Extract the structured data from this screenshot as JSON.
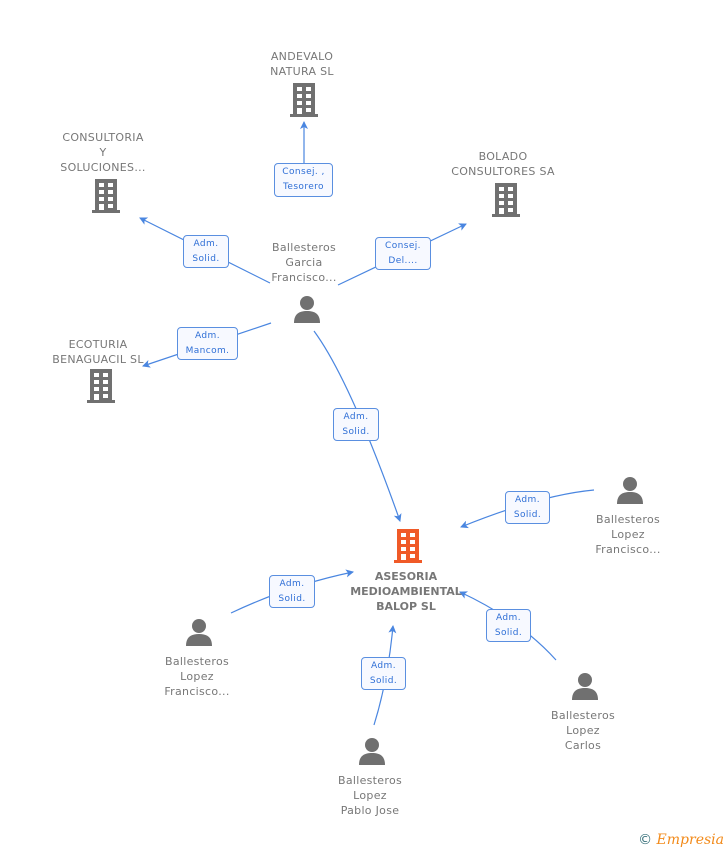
{
  "colors": {
    "edge": "#4a86e0",
    "company": "#707070",
    "main_company": "#f05a28",
    "person": "#707070"
  },
  "nodes": {
    "andevalo": {
      "lines": [
        "ANDEVALO",
        "NATURA SL"
      ],
      "icon": "building-icon"
    },
    "consultoria": {
      "lines": [
        "CONSULTORIA",
        "Y",
        "SOLUCIONES..."
      ],
      "icon": "building-icon"
    },
    "bolado": {
      "lines": [
        "BOLADO",
        "CONSULTORES SA"
      ],
      "icon": "building-icon"
    },
    "ecoturia": {
      "lines": [
        "ECOTURIA",
        "BENAGUACIL SL"
      ],
      "icon": "building-icon"
    },
    "garcia": {
      "lines": [
        "Ballesteros",
        "Garcia",
        "Francisco..."
      ],
      "icon": "person-icon"
    },
    "main": {
      "lines": [
        "ASESORIA",
        "MEDIOAMBIENTAL",
        "BALOP SL"
      ],
      "icon": "building-icon"
    },
    "lopez_francisco_right": {
      "lines": [
        "Ballesteros",
        "Lopez",
        "Francisco..."
      ],
      "icon": "person-icon"
    },
    "lopez_francisco_left": {
      "lines": [
        "Ballesteros",
        "Lopez",
        "Francisco..."
      ],
      "icon": "person-icon"
    },
    "pablo": {
      "lines": [
        "Ballesteros",
        "Lopez",
        "Pablo Jose"
      ],
      "icon": "person-icon"
    },
    "carlos": {
      "lines": [
        "Ballesteros",
        "Lopez",
        "Carlos"
      ],
      "icon": "person-icon"
    }
  },
  "edges": [
    {
      "from": "garcia",
      "to": "andevalo",
      "lines": [
        "Consej. ,",
        "Tesorero"
      ]
    },
    {
      "from": "garcia",
      "to": "consultoria",
      "lines": [
        "Adm.",
        "Solid."
      ]
    },
    {
      "from": "garcia",
      "to": "bolado",
      "lines": [
        "Consej.",
        "Del...."
      ]
    },
    {
      "from": "garcia",
      "to": "ecoturia",
      "lines": [
        "Adm.",
        "Mancom."
      ]
    },
    {
      "from": "garcia",
      "to": "main",
      "lines": [
        "Adm.",
        "Solid."
      ]
    },
    {
      "from": "lopez_francisco_right",
      "to": "main",
      "lines": [
        "Adm.",
        "Solid."
      ]
    },
    {
      "from": "lopez_francisco_left",
      "to": "main",
      "lines": [
        "Adm.",
        "Solid."
      ]
    },
    {
      "from": "pablo",
      "to": "main",
      "lines": [
        "Adm.",
        "Solid."
      ]
    },
    {
      "from": "carlos",
      "to": "main",
      "lines": [
        "Adm.",
        "Solid."
      ]
    }
  ],
  "footer": {
    "copyright": "©",
    "brand": "Empresia"
  }
}
